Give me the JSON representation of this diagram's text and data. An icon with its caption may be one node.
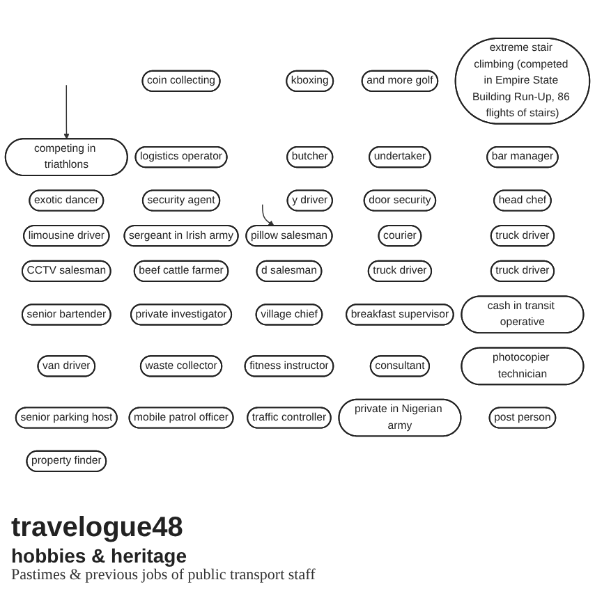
{
  "diagram": {
    "title": "travelogue48",
    "nodes": [
      {
        "text": [
          "coin collecting"
        ]
      },
      {
        "text": [
          "kboxing"
        ]
      },
      {
        "text": [
          "and more golf"
        ]
      },
      {
        "text": [
          "extreme stair climbing (competed in Empire State Building Run-Up, 86 flights of stairs)"
        ]
      },
      {
        "text": [
          "competing in triathlons"
        ]
      },
      {
        "text": [
          "logistics operator"
        ]
      },
      {
        "text": [
          "butcher"
        ]
      },
      {
        "text": [
          "undertaker"
        ]
      },
      {
        "text": [
          "bar manager"
        ]
      },
      {
        "text": [
          "exotic dancer"
        ]
      },
      {
        "text": [
          "security agent"
        ]
      },
      {
        "text": [
          "y driver"
        ]
      },
      {
        "text": [
          "door security"
        ]
      },
      {
        "text": [
          "head chef"
        ]
      },
      {
        "text": [
          "limousine driver"
        ]
      },
      {
        "text": [
          "sergeant in Irish army"
        ]
      },
      {
        "text": [
          "pillow salesman"
        ]
      },
      {
        "text": [
          "courier"
        ]
      },
      {
        "text": [
          "truck driver"
        ]
      },
      {
        "text": [
          "CCTV salesman"
        ]
      },
      {
        "text": [
          "beef cattle farmer"
        ]
      },
      {
        "text": [
          "d salesman"
        ]
      },
      {
        "text": [
          "truck driver"
        ]
      },
      {
        "text": [
          "truck driver"
        ]
      },
      {
        "text": [
          "senior bartender"
        ]
      },
      {
        "text": [
          "private investigator"
        ]
      },
      {
        "text": [
          "village chief"
        ]
      },
      {
        "text": [
          "breakfast supervisor"
        ]
      },
      {
        "text": [
          "cash in transit operative"
        ]
      },
      {
        "text": [
          "van driver"
        ]
      },
      {
        "text": [
          "waste collector"
        ]
      },
      {
        "text": [
          "fitness instructor"
        ]
      },
      {
        "text": [
          "consultant"
        ]
      },
      {
        "text": [
          "photocopier technician"
        ]
      },
      {
        "text": [
          "senior parking host"
        ]
      },
      {
        "text": [
          "mobile patrol officer"
        ]
      },
      {
        "text": [
          "traffic controller"
        ]
      },
      {
        "text": [
          "private in Nigerian army"
        ]
      },
      {
        "text": [
          "post person"
        ]
      },
      {
        "text": [
          "property finder"
        ]
      }
    ],
    "edges": [
      {
        "from": null,
        "to": 4,
        "arrow": "to"
      },
      {
        "from": null,
        "to": 16,
        "arrow": "to"
      }
    ],
    "labels": [
      "hobbies & heritage"
    ],
    "caption": "Pastimes & previous jobs of public transport staff"
  }
}
